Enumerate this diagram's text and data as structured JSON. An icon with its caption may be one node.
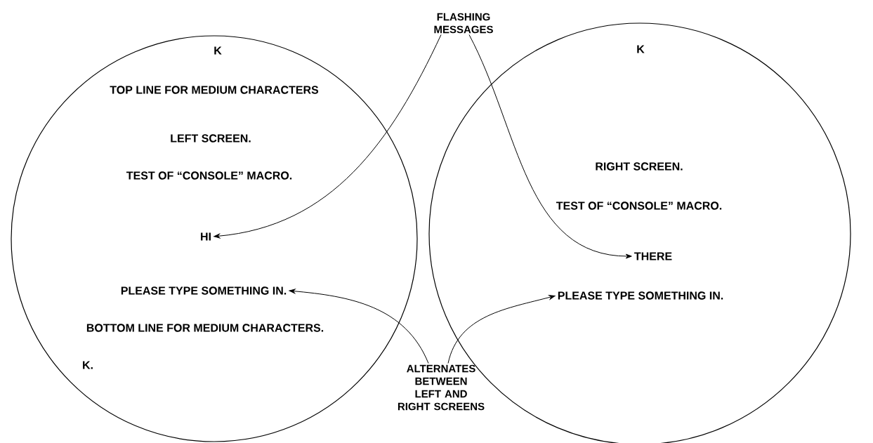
{
  "diagram": {
    "nodes": [
      {
        "text": [
          "K",
          "TOP LINE FOR MEDIUM CHARACTERS",
          "LEFT SCREEN.",
          "TEST OF “CONSOLE” MACRO.",
          "BOTTOM LINE FOR MEDIUM CHARACTERS.",
          "K."
        ]
      },
      {
        "text": [
          "HI"
        ],
        "in": 0
      },
      {
        "text": [
          "PLEASE TYPE SOMETHING IN."
        ],
        "in": 0
      },
      {
        "text": [
          "K",
          "RIGHT SCREEN.",
          "TEST OF “CONSOLE” MACRO."
        ]
      },
      {
        "text": [
          "THERE"
        ],
        "in": 3
      },
      {
        "text": [
          "PLEASE TYPE SOMETHING IN."
        ],
        "in": 3
      },
      {
        "text": [
          "FLASHING MESSAGES"
        ]
      },
      {
        "text": [
          "ALTERNATES BETWEEN LEFT AND RIGHT SCREENS"
        ]
      }
    ],
    "edges": [
      {
        "from": 6,
        "to": 1,
        "arrow": "to"
      },
      {
        "from": 6,
        "to": 4,
        "arrow": "to"
      },
      {
        "from": 7,
        "to": 2,
        "arrow": "to"
      },
      {
        "from": 7,
        "to": 5,
        "arrow": "to"
      }
    ]
  }
}
